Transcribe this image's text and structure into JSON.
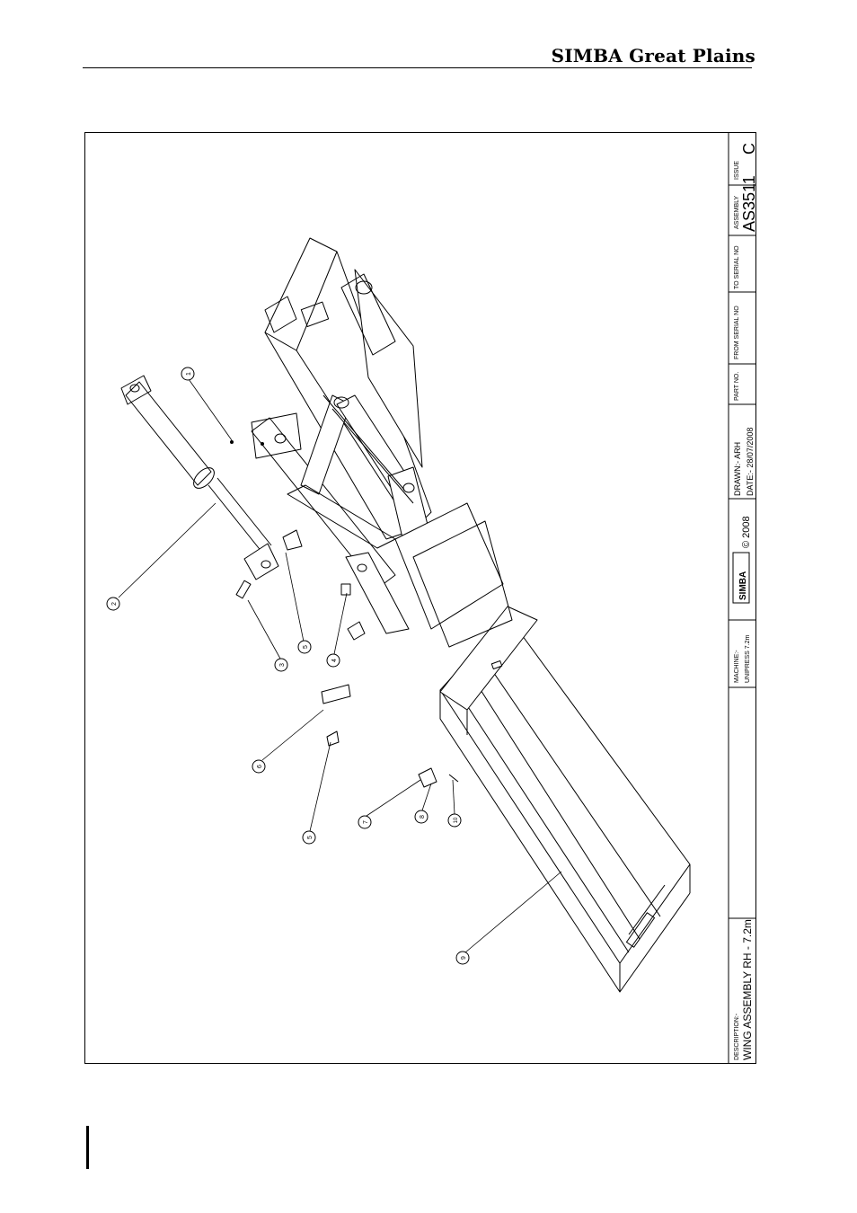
{
  "header": {
    "brand": "SIMBA Great Plains"
  },
  "title_block": {
    "issue_label": "ISSUE",
    "issue_value": "C",
    "assembly_label": "ASSEMBLY",
    "assembly_value": "AS3511",
    "to_serial_label": "TO SERIAL NO",
    "from_serial_label": "FROM SERIAL NO",
    "part_no_label": "PART NO.",
    "drawn": "DRAWN:- ARH",
    "date": "DATE:- 28/07/2008",
    "logo_text": "SIMBA",
    "copyright": "© 2008",
    "machine_label": "MACHINE:-",
    "machine_value": "UNIPRESS 7.2m",
    "description_label": "DESCRIPTION:-",
    "description_value": "WING ASSEMBLY RH - 7.2m"
  },
  "balloons": [
    "1",
    "2",
    "3",
    "4",
    "5",
    "5",
    "6",
    "7",
    "8",
    "9",
    "10"
  ]
}
